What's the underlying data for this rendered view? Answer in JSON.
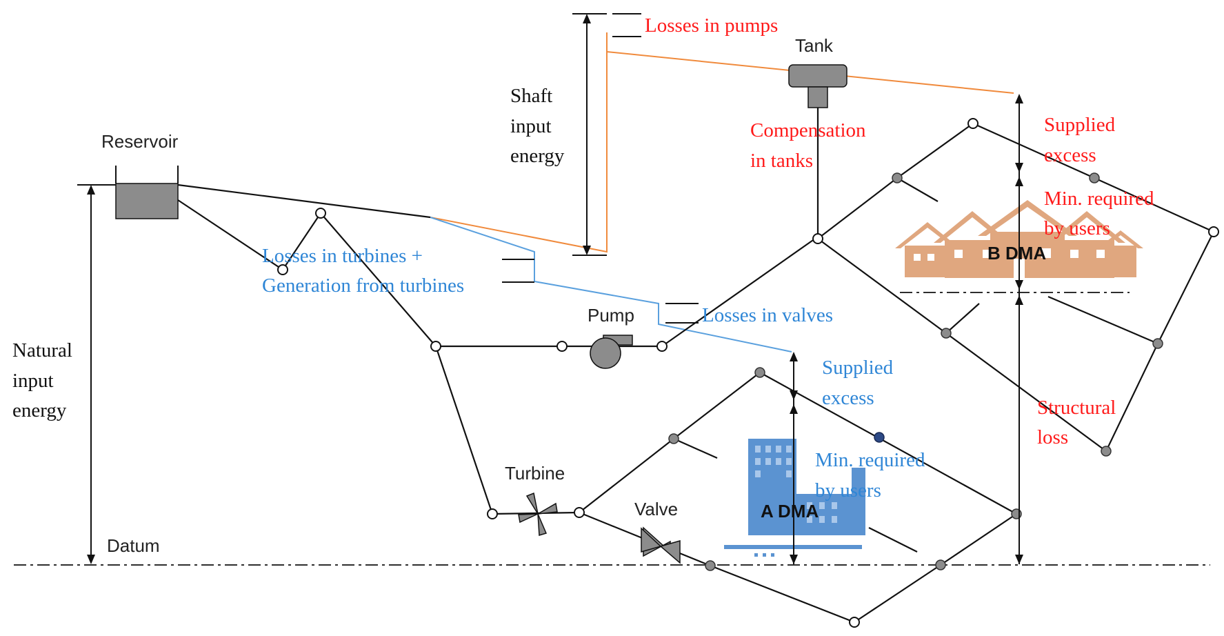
{
  "labels": {
    "reservoir": "Reservoir",
    "tank": "Tank",
    "pump": "Pump",
    "turbine": "Turbine",
    "valve": "Valve",
    "datum": "Datum",
    "natural_input": [
      "Natural",
      "input",
      "energy"
    ],
    "shaft_input": [
      "Shaft",
      "input",
      "energy"
    ],
    "losses_pumps": "Losses in pumps",
    "compensation_tanks": [
      "Compensation",
      "in tanks"
    ],
    "losses_turbines": [
      "Losses in turbines +",
      "Generation from turbines"
    ],
    "losses_valves": "Losses in valves",
    "b_supplied_excess": [
      "Supplied",
      "excess"
    ],
    "b_min_required": [
      "Min. required",
      "by users"
    ],
    "structural_loss": [
      "Structural",
      "loss"
    ],
    "a_supplied_excess": [
      "Supplied",
      "excess"
    ],
    "a_min_required": [
      "Min. required",
      "by users"
    ],
    "b_dma": "B DMA",
    "a_dma": "A DMA"
  },
  "colors": {
    "red_label": "#ff1a1a",
    "blue_label": "#2f86d6",
    "pump_energy_line": "#f08a3c",
    "turbine_energy_line": "#5aa0de",
    "houses": "#e0a77f",
    "building": "#5b93d1"
  },
  "icons": {
    "reservoir": "reservoir-icon",
    "tank": "tank-icon",
    "pump": "pump-icon",
    "turbine": "turbine-icon",
    "valve": "valve-icon",
    "b_dma": "houses-icon",
    "a_dma": "building-icon"
  }
}
